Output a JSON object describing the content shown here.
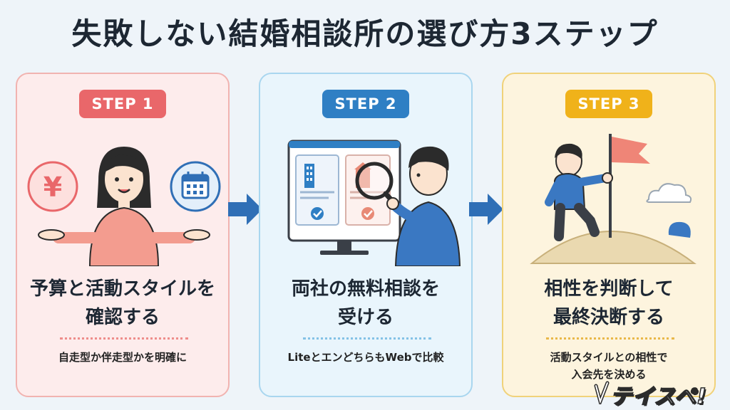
{
  "title": "失敗しない結婚相談所の選び方3ステップ",
  "steps": [
    {
      "label": "STEP 1",
      "heading_line1": "予算と活動スタイルを",
      "heading_line2": "確認する",
      "sub_line1": "自走型か伴走型かを明確に",
      "sub_line2": "",
      "icons": [
        "yen-icon",
        "calendar-icon"
      ]
    },
    {
      "label": "STEP 2",
      "heading_line1": "両社の無料相談を",
      "heading_line2": "受ける",
      "sub_line1": "LiteとエンどちらもWebで比較",
      "sub_line2": "",
      "icons": [
        "monitor-icon",
        "magnifier-icon"
      ]
    },
    {
      "label": "STEP 3",
      "heading_line1": "相性を判断して",
      "heading_line2": "最終決断する",
      "sub_line1": "活動スタイルとの相性で",
      "sub_line2": "入会先を決める",
      "icons": [
        "flag-icon",
        "cloud-icon"
      ]
    }
  ],
  "icons": {
    "yen": "¥"
  },
  "logo": "テイスペ!",
  "colors": {
    "step1": "#e9676a",
    "step2": "#2f7fc4",
    "step3": "#f0b21a",
    "arrow": "#2f6fb6"
  }
}
